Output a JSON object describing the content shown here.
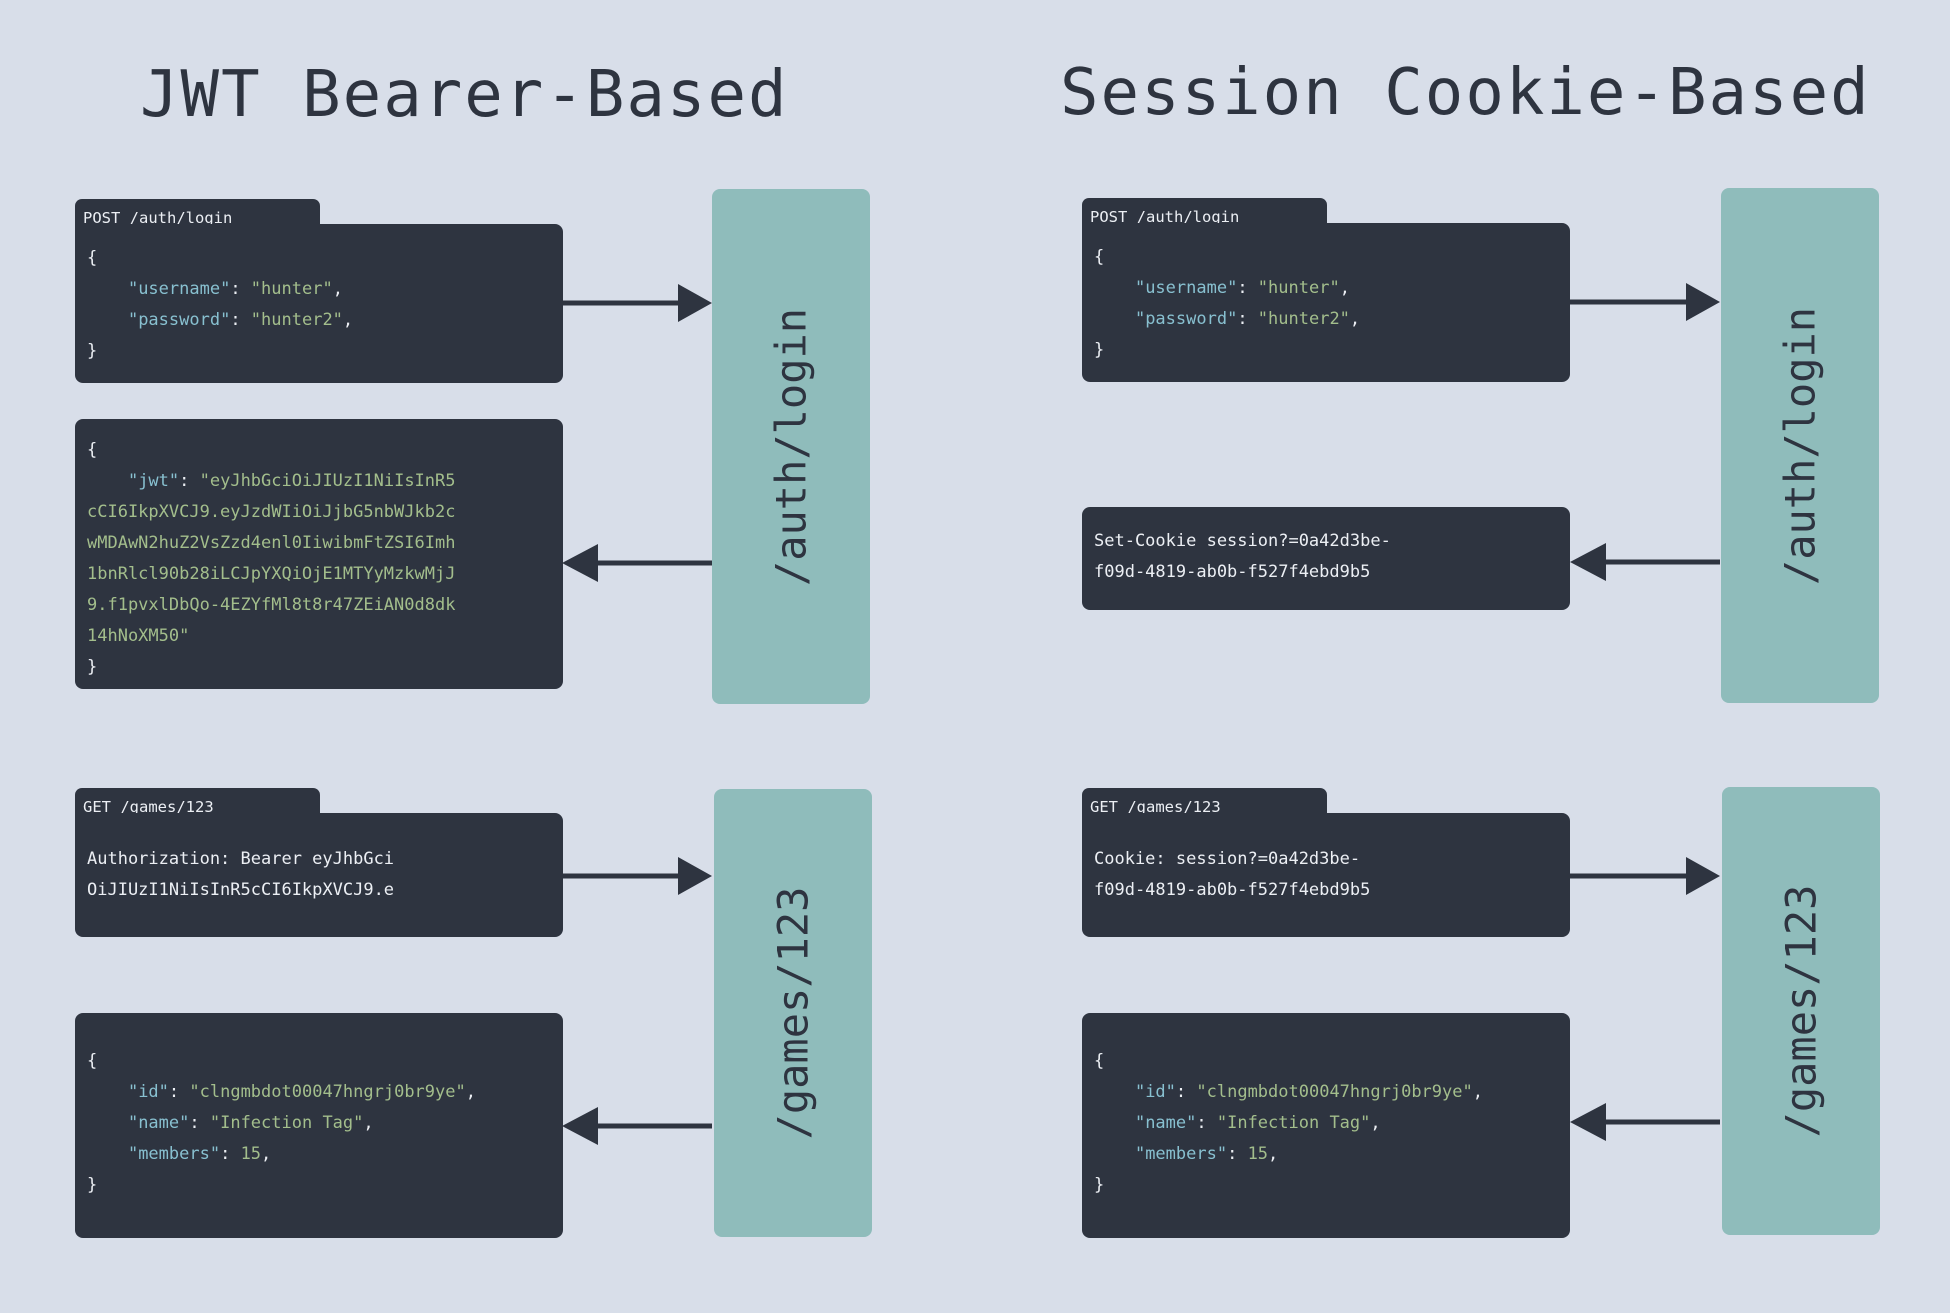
{
  "titles": {
    "jwt": "JWT Bearer-Based",
    "session": "Session Cookie-Based"
  },
  "endpoints": {
    "login": "/auth/login",
    "game": "/games/123"
  },
  "jwt": {
    "login_request": {
      "tab": "POST /auth/login",
      "open": "{",
      "username_key": "\"username\"",
      "username_val": "\"hunter\"",
      "password_key": "\"password\"",
      "password_val": "\"hunter2\"",
      "close": "}"
    },
    "login_response": {
      "open": "{",
      "jwt_key": "\"jwt\"",
      "jwt_lines": [
        "\"eyJhbGciOiJIUzI1NiIsInR5",
        "cCI6IkpXVCJ9.eyJzdWIiOiJjbG5nbWJkb2c",
        "wMDAwN2huZ2VsZzd4enl0IiwibmFtZSI6Imh",
        "1bnRlcl90b28iLCJpYXQiOjE1MTYyMzkwMjJ",
        "9.f1pvxlDbQo-4EZYfMl8t8r47ZEiAN0d8dk",
        "14hNoXM50\""
      ],
      "close": "}"
    },
    "game_request": {
      "tab": "GET /games/123",
      "line1": "Authorization: Bearer eyJhbGci",
      "line2": "OiJIUzI1NiIsInR5cCI6IkpXVCJ9.e"
    },
    "game_response": {
      "open": "{",
      "id_key": "\"id\"",
      "id_val": "\"clngmbdot00047hngrj0br9ye\"",
      "name_key": "\"name\"",
      "name_val": "\"Infection Tag\"",
      "members_key": "\"members\"",
      "members_val": "15",
      "close": "}"
    }
  },
  "session": {
    "login_request": {
      "tab": "POST /auth/login",
      "open": "{",
      "username_key": "\"username\"",
      "username_val": "\"hunter\"",
      "password_key": "\"password\"",
      "password_val": "\"hunter2\"",
      "close": "}"
    },
    "login_response": {
      "line1": "Set-Cookie session?=0a42d3be-",
      "line2": "f09d-4819-ab0b-f527f4ebd9b5"
    },
    "game_request": {
      "tab": "GET /games/123",
      "line1": "Cookie: session?=0a42d3be-",
      "line2": "f09d-4819-ab0b-f527f4ebd9b5"
    },
    "game_response": {
      "open": "{",
      "id_key": "\"id\"",
      "id_val": "\"clngmbdot00047hngrj0br9ye\"",
      "name_key": "\"name\"",
      "name_val": "\"Infection Tag\"",
      "members_key": "\"members\"",
      "members_val": "15",
      "close": "}"
    }
  },
  "colors": {
    "background": "#d8dee9",
    "panel": "#2e3440",
    "endpoint_bar": "#8fbcbb",
    "key": "#88c0d0",
    "string": "#a3be8c"
  }
}
